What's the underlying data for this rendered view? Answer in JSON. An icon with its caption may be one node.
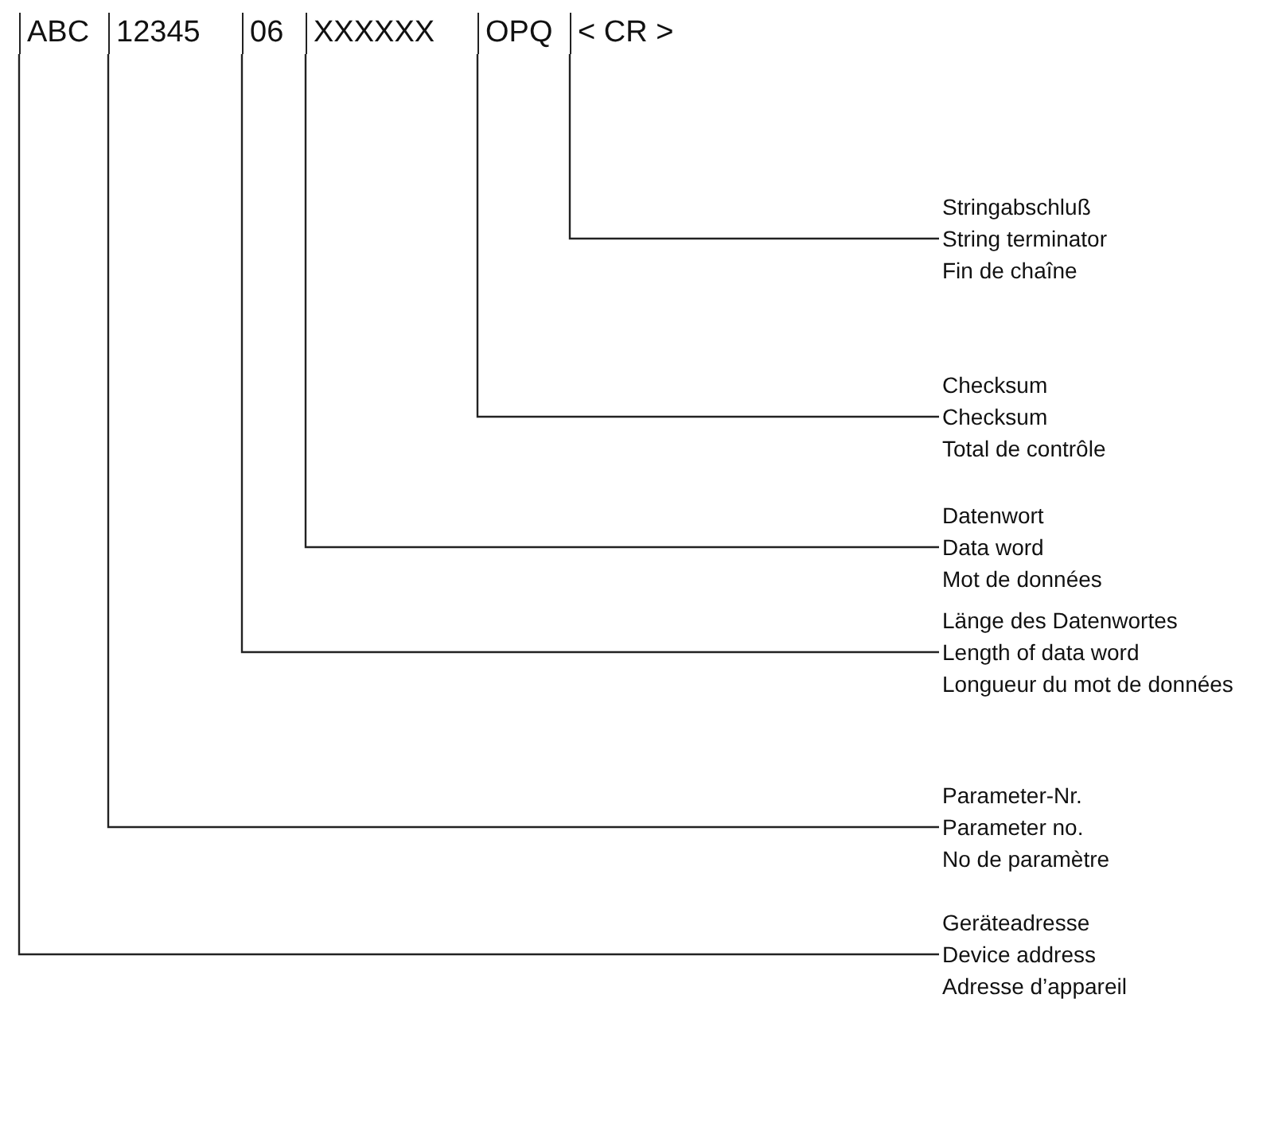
{
  "diagram": {
    "nodes": [
      {
        "text": [
          "ABC"
        ]
      },
      {
        "text": [
          "12345"
        ]
      },
      {
        "text": [
          "06"
        ]
      },
      {
        "text": [
          "XXXXXX"
        ]
      },
      {
        "text": [
          "OPQ"
        ]
      },
      {
        "text": [
          "< CR >"
        ]
      },
      {
        "text": [
          "Stringabschluß",
          "String terminator",
          "Fin de chaîne"
        ]
      },
      {
        "text": [
          "Checksum",
          "Checksum",
          "Total de contrôle"
        ]
      },
      {
        "text": [
          "Datenwort",
          "Data word",
          "Mot de données"
        ]
      },
      {
        "text": [
          "Länge des Datenwortes",
          "Length of data word",
          "Longueur du mot de données"
        ]
      },
      {
        "text": [
          "Parameter-Nr.",
          "Parameter no.",
          "No de paramètre"
        ]
      },
      {
        "text": [
          "Geräteadresse",
          "Device address",
          "Adresse d’appareil"
        ]
      }
    ],
    "edges": [
      {
        "from": 6,
        "to": 5,
        "arrow": "none"
      },
      {
        "from": 7,
        "to": 4,
        "arrow": "none"
      },
      {
        "from": 8,
        "to": 3,
        "arrow": "none"
      },
      {
        "from": 9,
        "to": 2,
        "arrow": "none"
      },
      {
        "from": 10,
        "to": 1,
        "arrow": "none"
      },
      {
        "from": 11,
        "to": 0,
        "arrow": "none"
      }
    ]
  }
}
